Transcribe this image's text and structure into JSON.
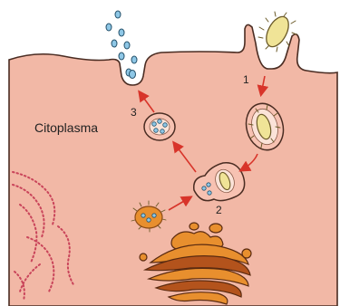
{
  "labels": {
    "region": "Citoplasma",
    "step_1": "1",
    "step_2": "2",
    "step_3": "3"
  },
  "colors": {
    "cytoplasm": "#f2b8a6",
    "membrane": "#4a2c22",
    "vesicle_fill": "#f7c2b2",
    "vesicle_inner": "#fbe3d8",
    "bacterium": "#f0e497",
    "granule": "#8ec7e6",
    "golgi": "#e88f2e",
    "golgi_dark": "#b3531c",
    "arrow": "#d8342a",
    "er_dots": "#c9445a"
  },
  "icons": {
    "bacterium": "bacterium-icon",
    "golgi": "golgi-apparatus-icon",
    "endoplasmic_reticulum": "endoplasmic-reticulum-icon"
  }
}
